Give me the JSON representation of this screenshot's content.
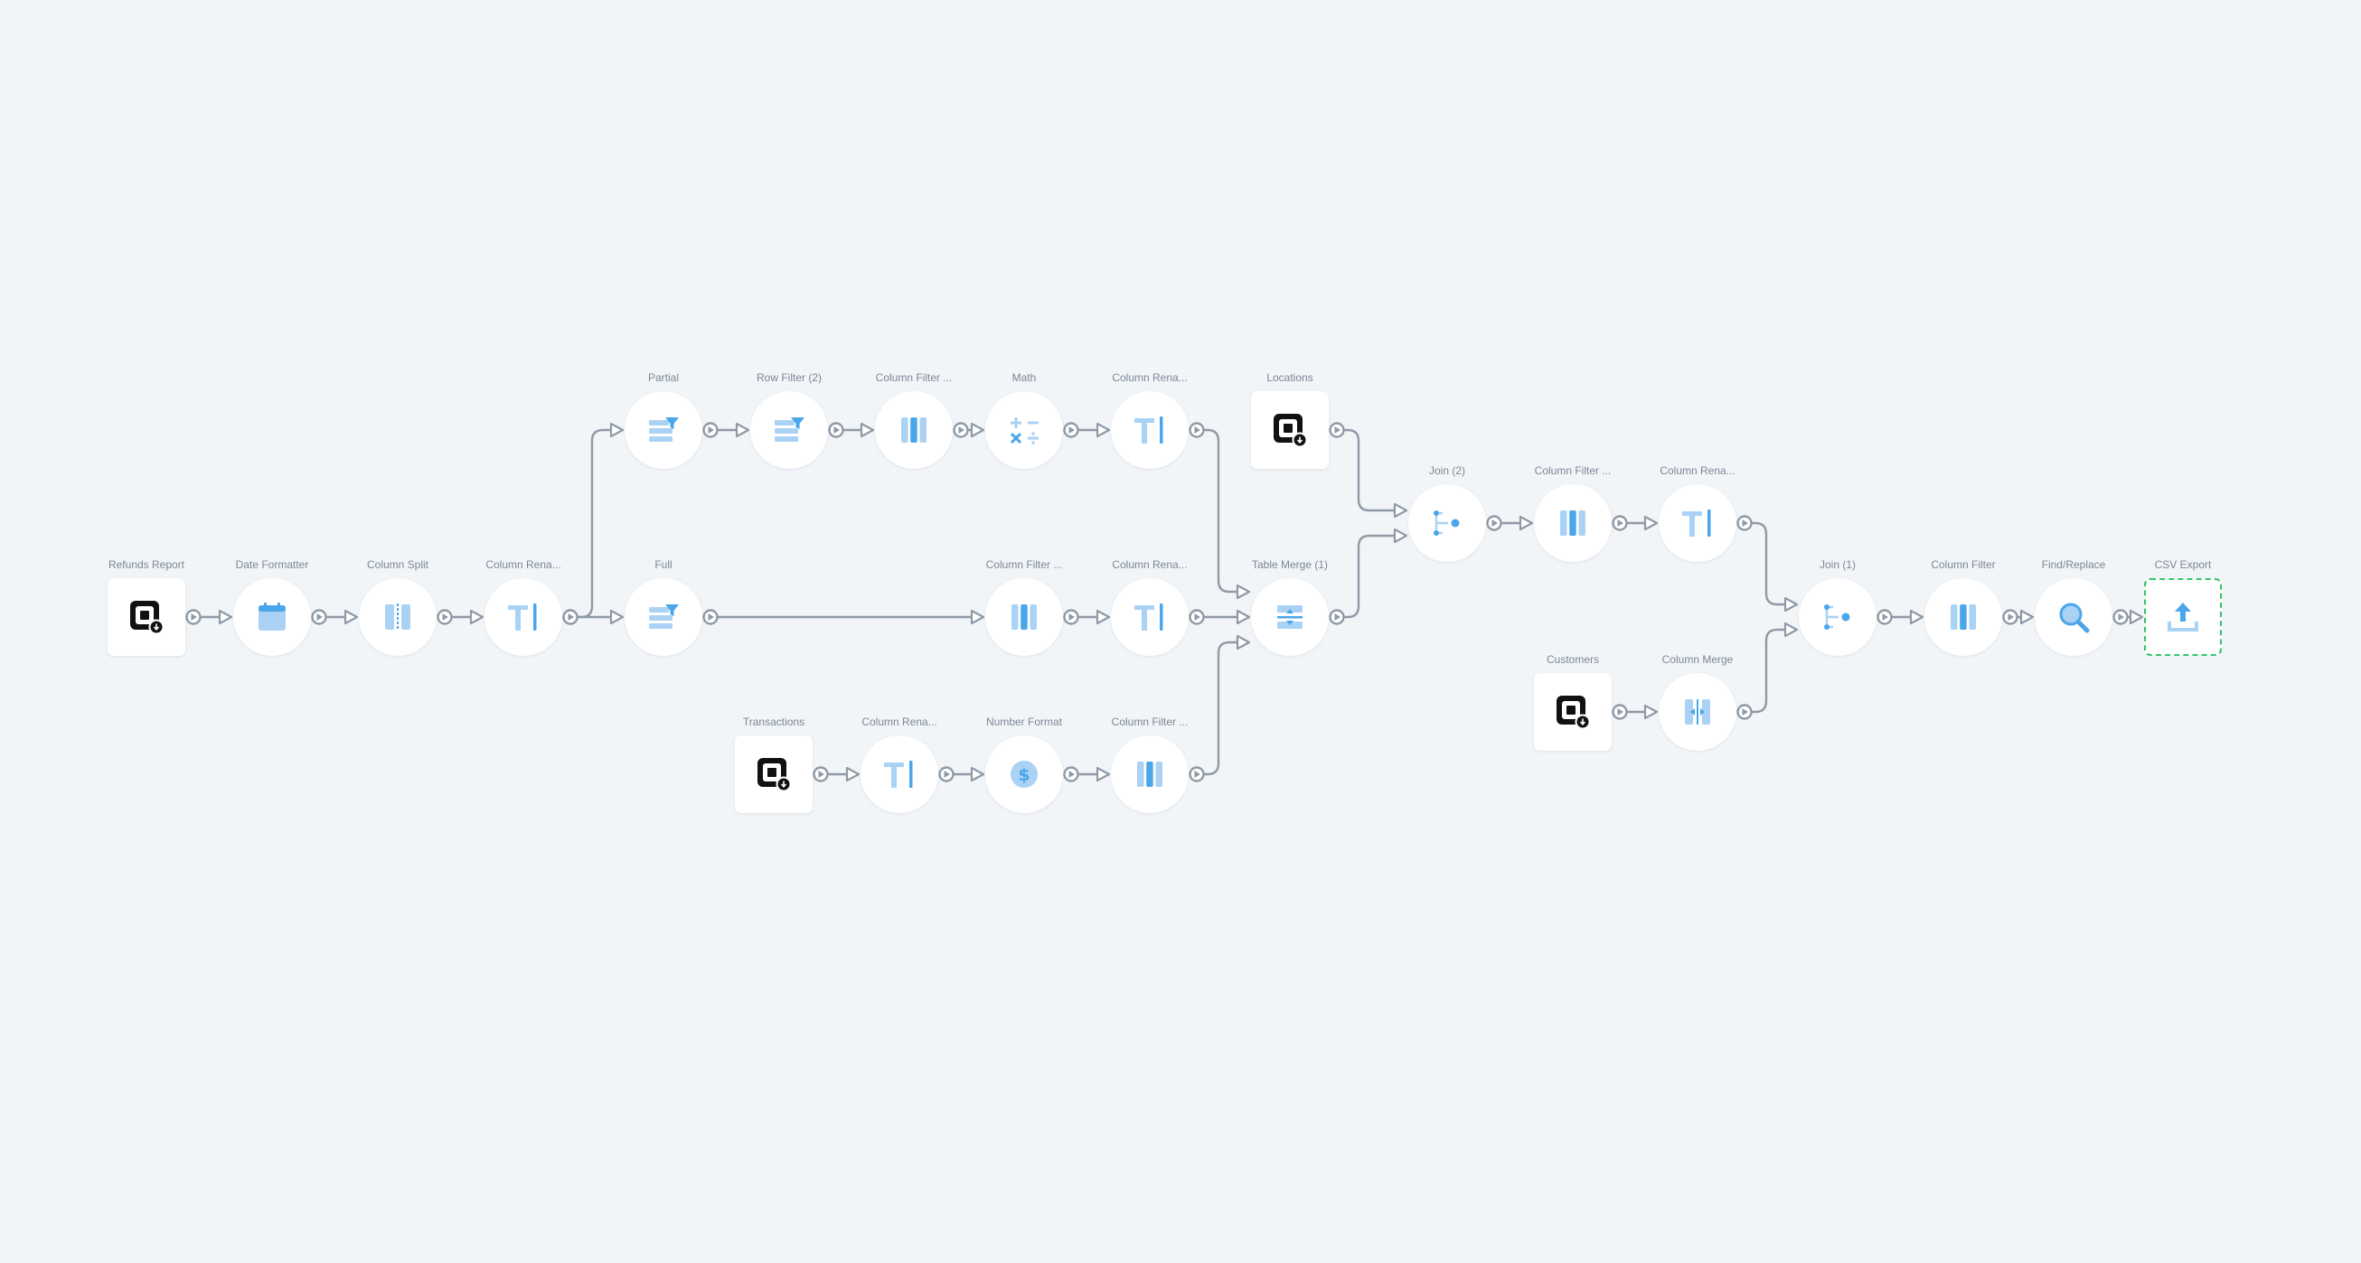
{
  "colors": {
    "background": "#f2f5f8",
    "edge": "#8f9aa6",
    "icon_light": "#a9d2f5",
    "icon": "#4aa6ea",
    "source_icon": "#111111",
    "sink_border": "#34c46c"
  },
  "nodes": [
    {
      "id": "n1",
      "label": "Refunds Report",
      "kind": "source",
      "icon": "square-logo-icon"
    },
    {
      "id": "n2",
      "label": "Date Formatter",
      "kind": "step",
      "icon": "calendar-icon"
    },
    {
      "id": "n3",
      "label": "Column Split",
      "kind": "step",
      "icon": "column-split-icon"
    },
    {
      "id": "n4",
      "label": "Column Rena...",
      "kind": "step",
      "icon": "text-cursor-icon"
    },
    {
      "id": "n5",
      "label": "Partial",
      "kind": "step",
      "icon": "row-filter-icon"
    },
    {
      "id": "n6",
      "label": "Row Filter (2)",
      "kind": "step",
      "icon": "row-filter-icon"
    },
    {
      "id": "n7",
      "label": "Column Filter ...",
      "kind": "step",
      "icon": "columns-icon"
    },
    {
      "id": "n8",
      "label": "Math",
      "kind": "step",
      "icon": "math-operators-icon"
    },
    {
      "id": "n9",
      "label": "Column Rena...",
      "kind": "step",
      "icon": "text-cursor-icon"
    },
    {
      "id": "n10",
      "label": "Full",
      "kind": "step",
      "icon": "row-filter-icon"
    },
    {
      "id": "n11",
      "label": "Column Filter ...",
      "kind": "step",
      "icon": "columns-icon"
    },
    {
      "id": "n12",
      "label": "Column Rena...",
      "kind": "step",
      "icon": "text-cursor-icon"
    },
    {
      "id": "n13",
      "label": "Transactions",
      "kind": "source",
      "icon": "square-logo-icon"
    },
    {
      "id": "n14",
      "label": "Column Rena...",
      "kind": "step",
      "icon": "text-cursor-icon"
    },
    {
      "id": "n15",
      "label": "Number Format",
      "kind": "step",
      "icon": "dollar-icon"
    },
    {
      "id": "n16",
      "label": "Column Filter ...",
      "kind": "step",
      "icon": "columns-icon"
    },
    {
      "id": "n17",
      "label": "Locations",
      "kind": "source",
      "icon": "square-logo-icon"
    },
    {
      "id": "n18",
      "label": "Table Merge (1)",
      "kind": "step",
      "icon": "table-merge-icon"
    },
    {
      "id": "n19",
      "label": "Join (2)",
      "kind": "step",
      "icon": "join-icon"
    },
    {
      "id": "n20",
      "label": "Column Filter ...",
      "kind": "step",
      "icon": "columns-icon"
    },
    {
      "id": "n21",
      "label": "Column Rena...",
      "kind": "step",
      "icon": "text-cursor-icon"
    },
    {
      "id": "n22",
      "label": "Customers",
      "kind": "source",
      "icon": "square-logo-icon"
    },
    {
      "id": "n23",
      "label": "Column Merge",
      "kind": "step",
      "icon": "column-merge-icon"
    },
    {
      "id": "n24",
      "label": "Join (1)",
      "kind": "step",
      "icon": "join-icon"
    },
    {
      "id": "n25",
      "label": "Column Filter",
      "kind": "step",
      "icon": "columns-icon"
    },
    {
      "id": "n26",
      "label": "Find/Replace",
      "kind": "step",
      "icon": "magnifier-icon"
    },
    {
      "id": "n27",
      "label": "CSV Export",
      "kind": "sink",
      "icon": "upload-icon"
    }
  ],
  "edges": [
    [
      "n1",
      "n2",
      0
    ],
    [
      "n2",
      "n3",
      0
    ],
    [
      "n3",
      "n4",
      0
    ],
    [
      "n4",
      "n5",
      0
    ],
    [
      "n4",
      "n10",
      0
    ],
    [
      "n5",
      "n6",
      0
    ],
    [
      "n6",
      "n7",
      0
    ],
    [
      "n7",
      "n8",
      0
    ],
    [
      "n8",
      "n9",
      0
    ],
    [
      "n10",
      "n11",
      0
    ],
    [
      "n11",
      "n12",
      0
    ],
    [
      "n13",
      "n14",
      0
    ],
    [
      "n14",
      "n15",
      0
    ],
    [
      "n15",
      "n16",
      0
    ],
    [
      "n9",
      "n18",
      0
    ],
    [
      "n12",
      "n18",
      1
    ],
    [
      "n16",
      "n18",
      2
    ],
    [
      "n17",
      "n19",
      0
    ],
    [
      "n18",
      "n19",
      1
    ],
    [
      "n19",
      "n20",
      0
    ],
    [
      "n20",
      "n21",
      0
    ],
    [
      "n22",
      "n23",
      0
    ],
    [
      "n21",
      "n24",
      0
    ],
    [
      "n23",
      "n24",
      1
    ],
    [
      "n24",
      "n25",
      0
    ],
    [
      "n25",
      "n26",
      0
    ],
    [
      "n26",
      "n27",
      0
    ]
  ]
}
